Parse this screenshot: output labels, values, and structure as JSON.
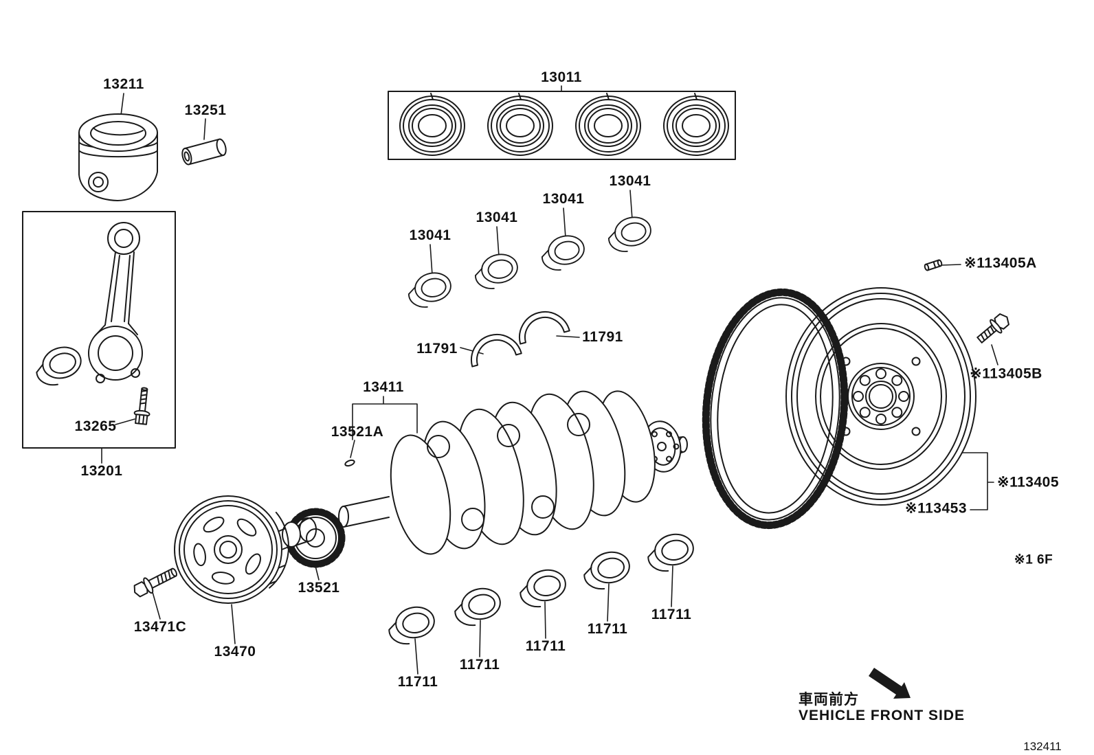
{
  "diagram": {
    "figure_code": "132411",
    "note": "※1 6F",
    "vehicle_front_jp": "車両前方",
    "vehicle_front_en": "VEHICLE FRONT SIDE",
    "background_color": "#ffffff",
    "line_color": "#1a1a1a"
  },
  "labels": [
    {
      "text": "13211"
    },
    {
      "text": "13251"
    },
    {
      "text": "13011"
    },
    {
      "text": "13041"
    },
    {
      "text": "13041"
    },
    {
      "text": "13041"
    },
    {
      "text": "13041"
    },
    {
      "text": "11791"
    },
    {
      "text": "11791"
    },
    {
      "text": "13411"
    },
    {
      "text": "13521A"
    },
    {
      "text": "13265"
    },
    {
      "text": "13201"
    },
    {
      "text": "13471C"
    },
    {
      "text": "13470"
    },
    {
      "text": "13521"
    },
    {
      "text": "11711"
    },
    {
      "text": "11711"
    },
    {
      "text": "11711"
    },
    {
      "text": "11711"
    },
    {
      "text": "11711"
    },
    {
      "text": "※113405A"
    },
    {
      "text": "※113405B"
    },
    {
      "text": "※113405"
    },
    {
      "text": "※113453"
    }
  ]
}
